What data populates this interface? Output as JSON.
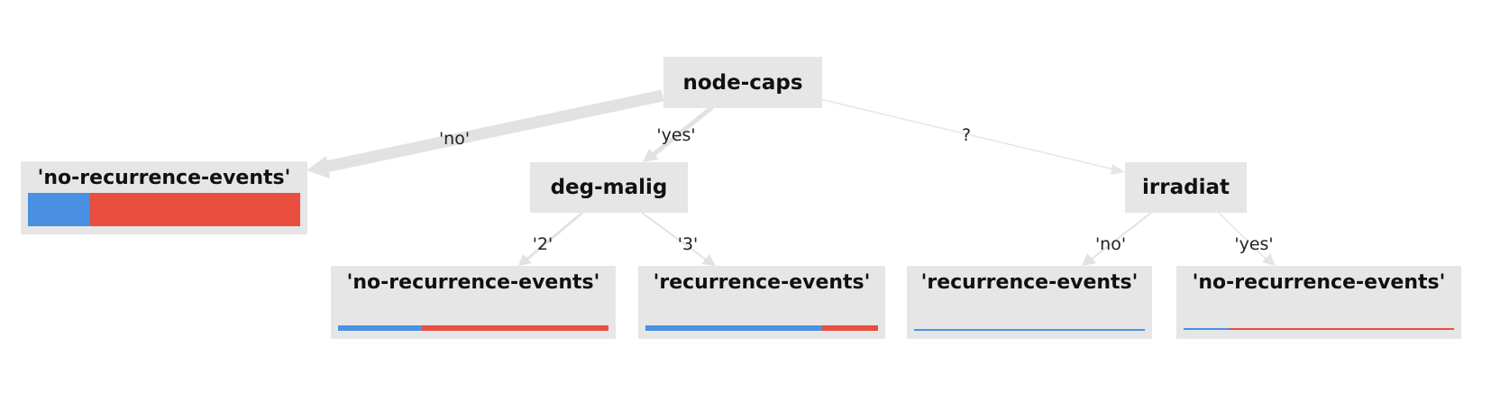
{
  "colors": {
    "blue": "#4a90e2",
    "red": "#e94e3f",
    "node_bg": "#e6e6e6",
    "edge": "#e0e0e0"
  },
  "nodes": {
    "root": {
      "label": "node-caps"
    },
    "deg": {
      "label": "deg-malig"
    },
    "irr": {
      "label": "irradiat"
    },
    "leaf_no": {
      "label": "'no-recurrence-events'",
      "blue_fraction": 0.23
    },
    "leaf_deg2": {
      "label": "'no-recurrence-events'",
      "blue_fraction": 0.31
    },
    "leaf_deg3": {
      "label": "'recurrence-events'",
      "blue_fraction": 0.76
    },
    "leaf_irr_no": {
      "label": "'recurrence-events'",
      "blue_fraction": 1.0
    },
    "leaf_irr_yes": {
      "label": "'no-recurrence-events'",
      "blue_fraction": 0.17
    }
  },
  "edges": {
    "root_no": "'no'",
    "root_yes": "'yes'",
    "root_q": "?",
    "deg_2": "'2'",
    "deg_3": "'3'",
    "irr_no": "'no'",
    "irr_yes": "'yes'"
  }
}
